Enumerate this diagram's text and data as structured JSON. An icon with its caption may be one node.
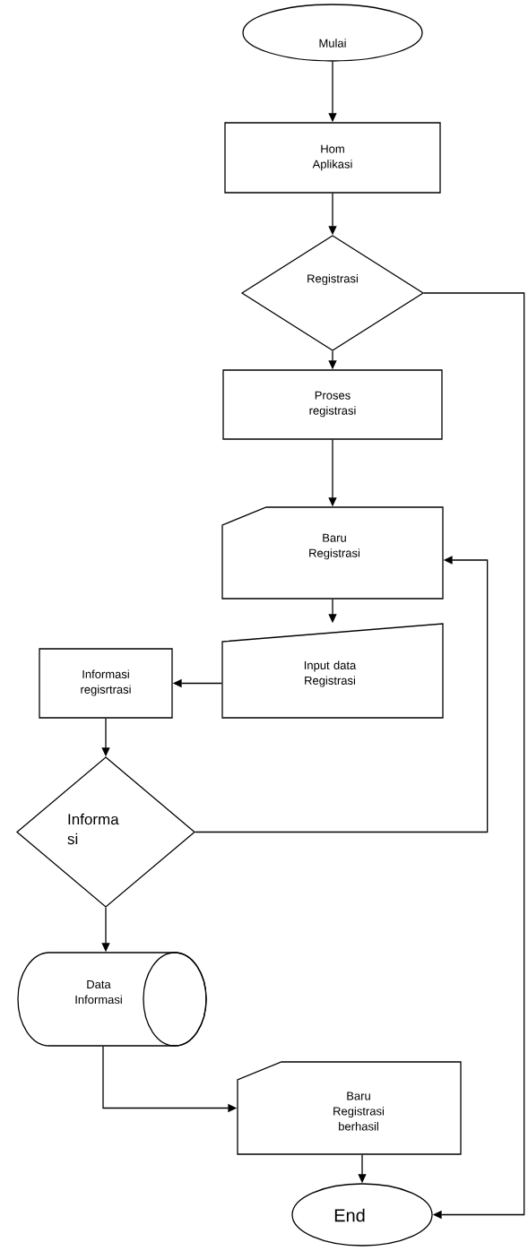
{
  "diagram": {
    "nodes": [
      {
        "text": [
          "Mulai"
        ]
      },
      {
        "text": [
          "Hom Aplikasi"
        ]
      },
      {
        "text": [
          "Registrasi"
        ]
      },
      {
        "text": [
          "Proses registrasi"
        ]
      },
      {
        "text": [
          "Baru Registrasi"
        ]
      },
      {
        "text": [
          "Input data Registrasi"
        ]
      },
      {
        "text": [
          "Informasi regisrtrasi"
        ]
      },
      {
        "text": [
          "Informa si"
        ]
      },
      {
        "text": [
          "Data Informasi"
        ]
      },
      {
        "text": [
          "Baru Registrasi berhasil"
        ]
      },
      {
        "text": [
          "End"
        ]
      }
    ],
    "edges": [
      {
        "from": 0,
        "to": 1,
        "arrow": "to"
      },
      {
        "from": 1,
        "to": 2,
        "arrow": "to"
      },
      {
        "from": 2,
        "to": 3,
        "arrow": "to"
      },
      {
        "from": 2,
        "to": 10,
        "arrow": "to"
      },
      {
        "from": 3,
        "to": 4,
        "arrow": "to"
      },
      {
        "from": 4,
        "to": 5,
        "arrow": "to"
      },
      {
        "from": 5,
        "to": 6,
        "arrow": "to"
      },
      {
        "from": 6,
        "to": 7,
        "arrow": "to"
      },
      {
        "from": 7,
        "to": 4,
        "arrow": "to"
      },
      {
        "from": 7,
        "to": 8,
        "arrow": "to"
      },
      {
        "from": 8,
        "to": 9,
        "arrow": "to"
      },
      {
        "from": 9,
        "to": 10,
        "arrow": "to"
      }
    ]
  }
}
